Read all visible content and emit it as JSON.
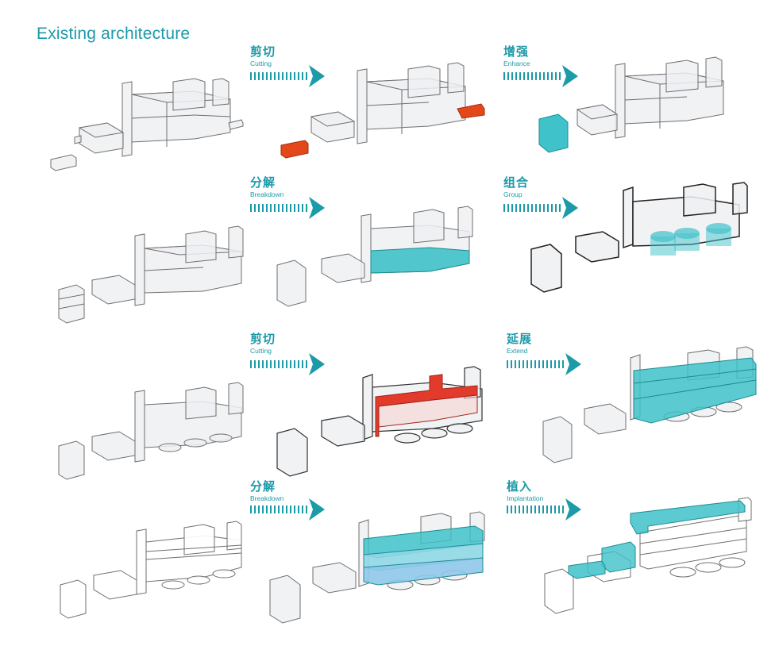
{
  "title": "Existing architecture",
  "colors": {
    "accent": "#1b9aa8",
    "teal": "#3fc2c9",
    "red": "#e23b2c",
    "orange": "#e4471a"
  },
  "steps": [
    {
      "zh": "剪切",
      "en": "Cutting"
    },
    {
      "zh": "增强",
      "en": "Enhance"
    },
    {
      "zh": "分解",
      "en": "Breakdown"
    },
    {
      "zh": "组合",
      "en": "Group"
    },
    {
      "zh": "剪切",
      "en": "Cutting"
    },
    {
      "zh": "延展",
      "en": "Extend"
    },
    {
      "zh": "分解",
      "en": "Breakdown"
    },
    {
      "zh": "植入",
      "en": "Implantation"
    }
  ],
  "icons": {
    "arrow": "dotted-chevron-right-icon"
  }
}
